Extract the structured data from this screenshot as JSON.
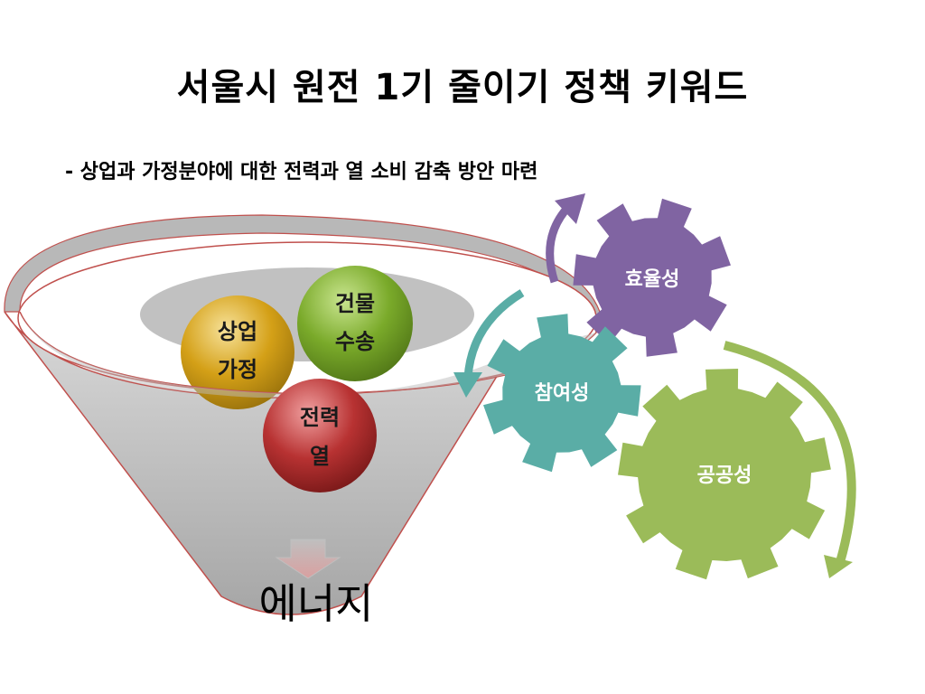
{
  "slide": {
    "title": "서울시 원전 1기 줄이기 정책 키워드",
    "subtitle": "- 상업과 가정분야에 대한 전력과 열 소비 감축 방안 마련"
  },
  "funnel": {
    "balls": [
      {
        "line1": "상업",
        "line2": "가정",
        "color": "#d4a017"
      },
      {
        "line1": "건물",
        "line2": "수송",
        "color": "#7aaa2a"
      },
      {
        "line1": "전력",
        "line2": "열",
        "color": "#b83232"
      }
    ],
    "output_label": "에너지"
  },
  "gears": [
    {
      "label": "효율성",
      "color": "#8064a2"
    },
    {
      "label": "참여성",
      "color": "#4bacc6"
    },
    {
      "label": "공공성",
      "color": "#9bbb59"
    }
  ]
}
